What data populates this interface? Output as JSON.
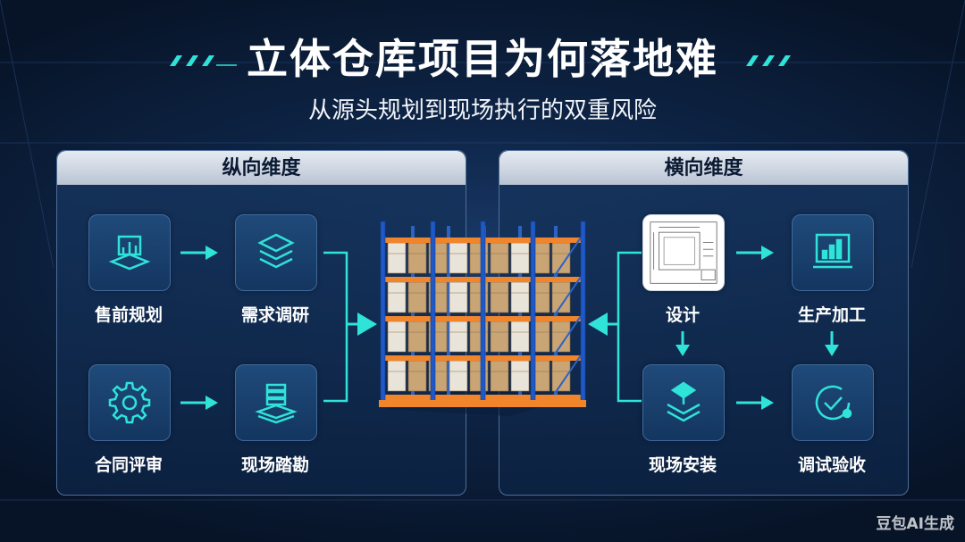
{
  "title": "立体仓库项目为何落地难",
  "subtitle": "从源头规划到现场执行的双重风险",
  "left_panel": {
    "header": "纵向维度",
    "steps": [
      "售前规划",
      "需求调研",
      "合同评审",
      "现场踏勘"
    ]
  },
  "right_panel": {
    "header": "横向维度",
    "steps": [
      "设计",
      "生产加工",
      "现场安装",
      "调试验收"
    ]
  },
  "watermark": "豆包AI生成",
  "colors": {
    "accent": "#2fe3d8",
    "panel_border": "#4d6e99",
    "background": "#0e2547"
  }
}
